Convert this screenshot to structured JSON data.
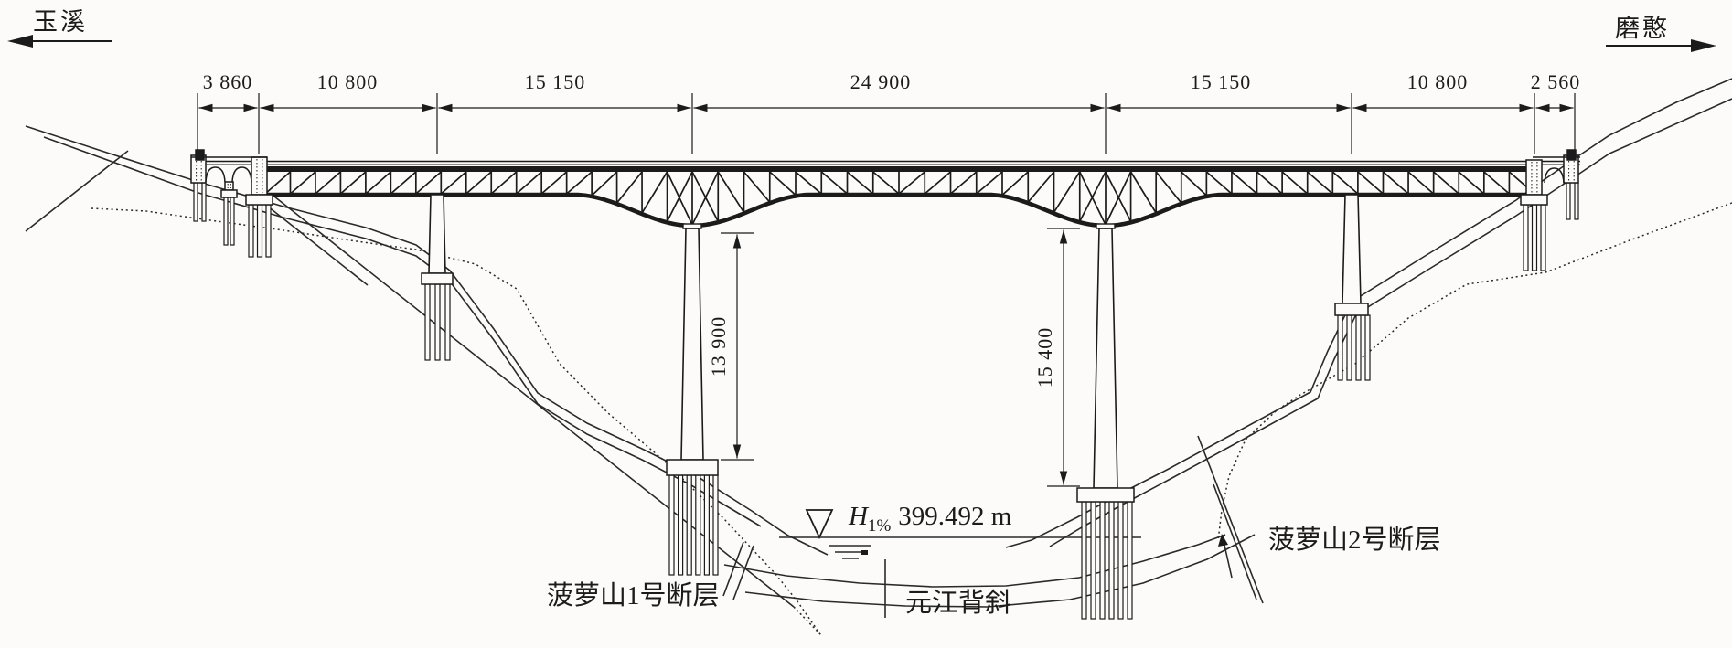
{
  "directions": {
    "left": "玉溪",
    "right": "磨憨"
  },
  "dimensions": {
    "horizontal": [
      "3 860",
      "10 800",
      "15 150",
      "24 900",
      "15 150",
      "10 800",
      "2 560"
    ],
    "vertical": {
      "left_pier": "13 900",
      "right_pier": "15 400"
    }
  },
  "water_level": {
    "h": "H",
    "sub": "1%",
    "value": "399.492 m"
  },
  "annotations": {
    "fault1": "菠萝山1号断层",
    "anticline": "元江背斜",
    "fault2": "菠萝山2号断层"
  },
  "colors": {
    "ink": "#1b1b1b",
    "paper": "#fcfbf9"
  }
}
